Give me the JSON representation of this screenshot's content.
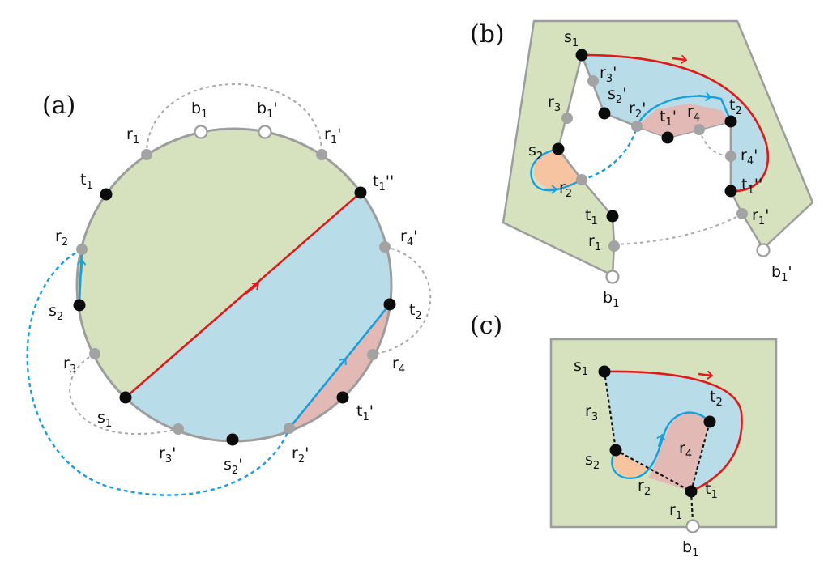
{
  "panels": {
    "a": "(a)",
    "b": "(b)",
    "c": "(c)"
  },
  "colors": {
    "green": "#d5e2bd",
    "blue": "#b9dde8",
    "pink": "#e2b9b4",
    "orange": "#f6c4a0",
    "outline": "#9d9d9d",
    "red": "#e0191a",
    "cyan": "#16a0dd",
    "gray_node": "#a3a3a3",
    "black_node": "#0b0b0b"
  },
  "labels": {
    "a": {
      "b1": [
        "b",
        "1",
        ""
      ],
      "b1p": [
        "b",
        "1",
        "'"
      ],
      "r1": [
        "r",
        "1",
        ""
      ],
      "r1p": [
        "r",
        "1",
        "'"
      ],
      "t1": [
        "t",
        "1",
        ""
      ],
      "t1pp": [
        "t",
        "1",
        "''"
      ],
      "r2": [
        "r",
        "2",
        ""
      ],
      "r4p": [
        "r",
        "4",
        "'"
      ],
      "s2": [
        "s",
        "2",
        ""
      ],
      "t2": [
        "t",
        "2",
        ""
      ],
      "r3": [
        "r",
        "3",
        ""
      ],
      "r4": [
        "r",
        "4",
        ""
      ],
      "s1": [
        "s",
        "1",
        ""
      ],
      "t1p": [
        "t",
        "1",
        "'"
      ],
      "r3p": [
        "r",
        "3",
        "'"
      ],
      "s2p": [
        "s",
        "2",
        "'"
      ],
      "r2p": [
        "r",
        "2",
        "'"
      ]
    },
    "b": {
      "s1": [
        "s",
        "1",
        ""
      ],
      "r3p": [
        "r",
        "3",
        "'"
      ],
      "s2p": [
        "s",
        "2",
        "'"
      ],
      "r3": [
        "r",
        "3",
        ""
      ],
      "r2p": [
        "r",
        "2",
        "'"
      ],
      "t1p": [
        "t",
        "1",
        "'"
      ],
      "r4": [
        "r",
        "4",
        ""
      ],
      "t2": [
        "t",
        "2",
        ""
      ],
      "s2": [
        "s",
        "2",
        ""
      ],
      "r4p": [
        "r",
        "4",
        "'"
      ],
      "r2": [
        "r",
        "2",
        ""
      ],
      "t1pp": [
        "t",
        "1",
        "''"
      ],
      "t1": [
        "t",
        "1",
        ""
      ],
      "r1p": [
        "r",
        "1",
        "'"
      ],
      "r1": [
        "r",
        "1",
        ""
      ],
      "b1": [
        "b",
        "1",
        ""
      ],
      "b1p": [
        "b",
        "1",
        "'"
      ]
    },
    "c": {
      "s1": [
        "s",
        "1",
        ""
      ],
      "t2": [
        "t",
        "2",
        ""
      ],
      "r3": [
        "r",
        "3",
        ""
      ],
      "r4": [
        "r",
        "4",
        ""
      ],
      "s2": [
        "s",
        "2",
        ""
      ],
      "r2": [
        "r",
        "2",
        ""
      ],
      "t1": [
        "t",
        "1",
        ""
      ],
      "r1": [
        "r",
        "1",
        ""
      ],
      "b1": [
        "b",
        "1",
        ""
      ]
    }
  }
}
